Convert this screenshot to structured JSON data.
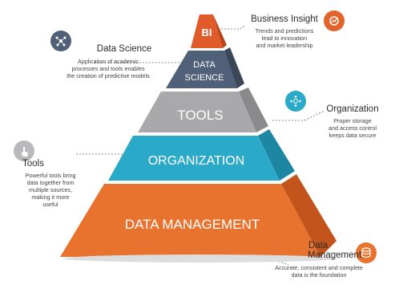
{
  "pyramid": {
    "layers": [
      {
        "id": "bi",
        "lines": [
          "BI"
        ],
        "color": "#e05a2a"
      },
      {
        "id": "data-science",
        "lines": [
          "DATA",
          "SCIENCE"
        ],
        "color": "#4f6078"
      },
      {
        "id": "tools",
        "lines": [
          "TOOLS"
        ],
        "color": "#a9a9ab"
      },
      {
        "id": "organization",
        "lines": [
          "ORGANIZATION"
        ],
        "color": "#2aa9c9"
      },
      {
        "id": "data-management",
        "lines": [
          "DATA MANAGEMENT"
        ],
        "color": "#e8732f"
      }
    ]
  },
  "annotations": {
    "business_insight": {
      "title": "Business Insight",
      "desc": [
        "Trends and predictions",
        "lead to innovation",
        "and market leadership"
      ]
    },
    "data_science": {
      "title": "Data Science",
      "desc": [
        "Application of academic",
        "processes and tools enables",
        "the creation of predictive models"
      ]
    },
    "organization": {
      "title": "Organization",
      "desc": [
        "Proper storage",
        "and access control",
        "keeps data secure"
      ]
    },
    "tools": {
      "title": "Tools",
      "desc": [
        "Powerful tools bring",
        "data together from",
        "multiple sources,",
        "making it more",
        "useful"
      ]
    },
    "data_management": {
      "title": [
        "Data",
        "Management"
      ],
      "desc": [
        "Accurate, consistent and complete",
        "data is the foundation"
      ]
    }
  },
  "icons": {
    "business_insight": {
      "name": "chart-gear-icon",
      "color": "#e2642c"
    },
    "data_science": {
      "name": "network-nodes-icon",
      "color": "#4f6078"
    },
    "organization": {
      "name": "connected-nodes-icon",
      "color": "#2aa9c9"
    },
    "tools": {
      "name": "touch-hand-icon",
      "color": "#b9b9bb"
    },
    "data_management": {
      "name": "database-icon",
      "color": "#e8732f"
    }
  }
}
